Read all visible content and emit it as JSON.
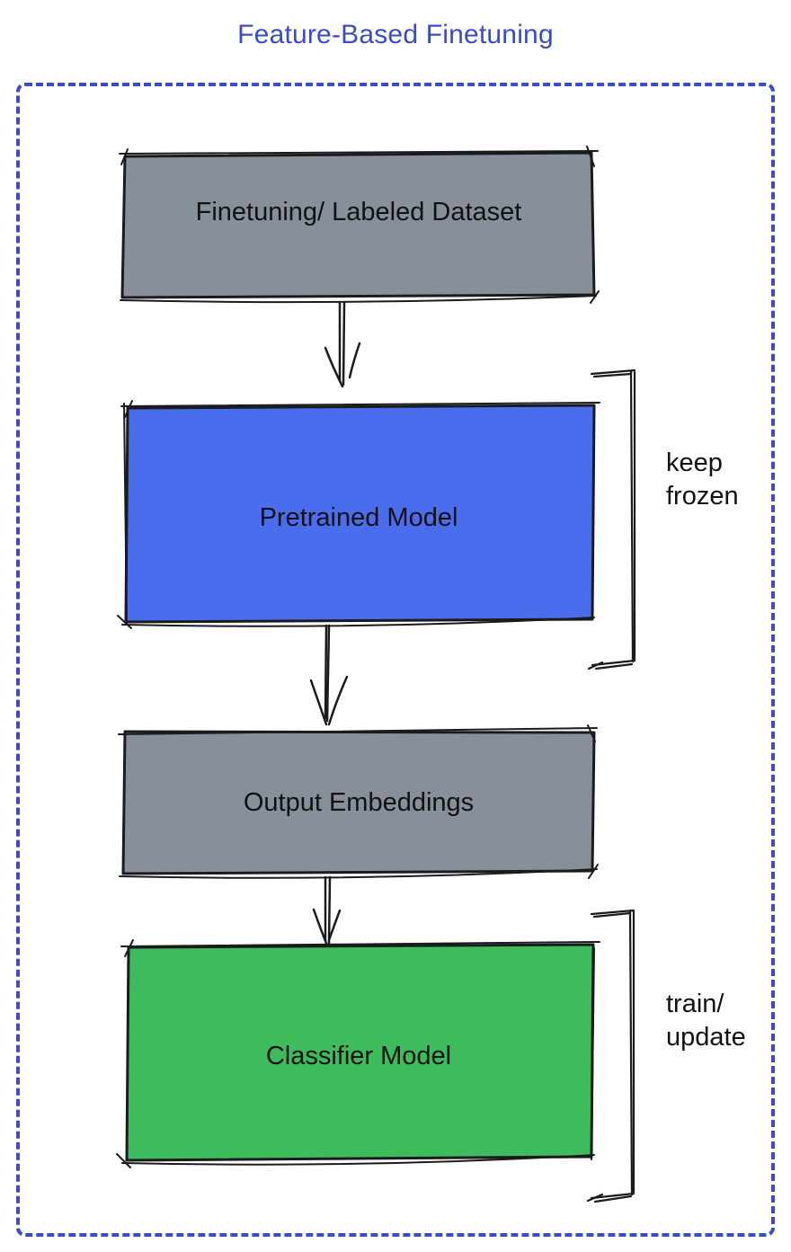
{
  "title": {
    "text": "Feature-Based Finetuning",
    "color": "#3A4CC6"
  },
  "frame": {
    "border_color": "#3A4CC6"
  },
  "ink": "#1b1b1b",
  "boxes": {
    "dataset": {
      "label": "Finetuning/ Labeled Dataset",
      "fill": "#878F9A"
    },
    "pretrained": {
      "label": "Pretrained Model",
      "fill": "#4A6DEE"
    },
    "embeddings": {
      "label": "Output Embeddings",
      "fill": "#878F9A"
    },
    "classifier": {
      "label": "Classifier Model",
      "fill": "#3EBB5C"
    }
  },
  "annotations": {
    "keep_frozen": {
      "line1": "keep",
      "line2": "frozen"
    },
    "train_update": {
      "line1": "train/",
      "line2": "update"
    }
  }
}
